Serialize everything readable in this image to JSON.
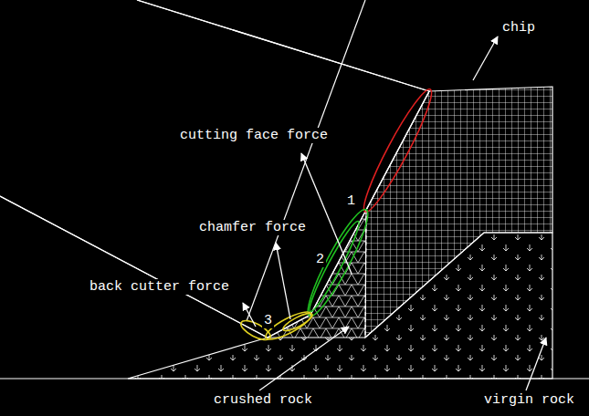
{
  "diagram": {
    "labels": [
      "chip",
      "cutting face force",
      "1",
      "chamfer force",
      "2",
      "back cutter force",
      "3",
      "crushed rock",
      "virgin rock"
    ]
  }
}
